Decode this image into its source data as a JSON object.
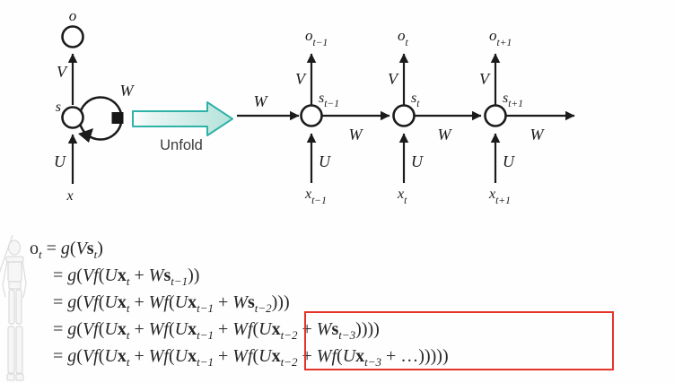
{
  "figure": {
    "description_colors": {
      "diagram_stroke": "#1b1b1b",
      "equation_text": "#262626",
      "highlight_red": "#e5332a",
      "unfold_arrow_stroke": "#2fb2a8",
      "unfold_arrow_fill": "#b4e2db",
      "unfold_text": "#3b3b3b",
      "watermark_gray": "#d6d6d6"
    }
  },
  "folded": {
    "output_label": "o",
    "state_label": "s",
    "input_label": "x",
    "v_label": "V",
    "w_label": "W",
    "u_label": "U"
  },
  "unfold_arrow": {
    "label": "Unfold"
  },
  "unfolded": {
    "w_in_label": "W",
    "w_between_labels": [
      "W",
      "W",
      "W"
    ],
    "units": [
      {
        "output": "o",
        "output_sub": "t−1",
        "v": "V",
        "state": "s",
        "state_sub": "t−1",
        "u": "U",
        "input": "x",
        "input_sub": "t−1"
      },
      {
        "output": "o",
        "output_sub": "t",
        "v": "V",
        "state": "s",
        "state_sub": "t",
        "u": "U",
        "input": "x",
        "input_sub": "t"
      },
      {
        "output": "o",
        "output_sub": "t+1",
        "v": "V",
        "state": "s",
        "state_sub": "t+1",
        "u": "U",
        "input": "x",
        "input_sub": "t+1"
      }
    ]
  },
  "equations": {
    "lines": [
      [
        [
          "rm",
          "o"
        ],
        [
          "sub",
          "t"
        ],
        [
          "rm",
          " = "
        ],
        [
          "it",
          "g"
        ],
        [
          "rm",
          "("
        ],
        [
          "it",
          "V"
        ],
        [
          "bf",
          "s"
        ],
        [
          "sub",
          "t"
        ],
        [
          "rm",
          ")"
        ]
      ],
      [
        [
          "rm",
          "= "
        ],
        [
          "it",
          "g"
        ],
        [
          "rm",
          "("
        ],
        [
          "it",
          "Vf"
        ],
        [
          "rm",
          "("
        ],
        [
          "it",
          "U"
        ],
        [
          "bf",
          "x"
        ],
        [
          "sub",
          "t"
        ],
        [
          "rm",
          " + "
        ],
        [
          "it",
          "W"
        ],
        [
          "bf",
          "s"
        ],
        [
          "sub",
          "t−1"
        ],
        [
          "rm",
          "))"
        ]
      ],
      [
        [
          "rm",
          "= "
        ],
        [
          "it",
          "g"
        ],
        [
          "rm",
          "("
        ],
        [
          "it",
          "Vf"
        ],
        [
          "rm",
          "("
        ],
        [
          "it",
          "U"
        ],
        [
          "bf",
          "x"
        ],
        [
          "sub",
          "t"
        ],
        [
          "rm",
          " + "
        ],
        [
          "it",
          "Wf"
        ],
        [
          "rm",
          "("
        ],
        [
          "it",
          "U"
        ],
        [
          "bf",
          "x"
        ],
        [
          "sub",
          "t−1"
        ],
        [
          "rm",
          " + "
        ],
        [
          "it",
          "W"
        ],
        [
          "bf",
          "s"
        ],
        [
          "sub",
          "t−2"
        ],
        [
          "rm",
          ")))"
        ]
      ],
      [
        [
          "rm",
          "= "
        ],
        [
          "it",
          "g"
        ],
        [
          "rm",
          "("
        ],
        [
          "it",
          "Vf"
        ],
        [
          "rm",
          "("
        ],
        [
          "it",
          "U"
        ],
        [
          "bf",
          "x"
        ],
        [
          "sub",
          "t"
        ],
        [
          "rm",
          " + "
        ],
        [
          "it",
          "Wf"
        ],
        [
          "rm",
          "("
        ],
        [
          "it",
          "U"
        ],
        [
          "bf",
          "x"
        ],
        [
          "sub",
          "t−1"
        ],
        [
          "rm",
          " + "
        ],
        [
          "it",
          "Wf"
        ],
        [
          "rm",
          "("
        ],
        [
          "it",
          "U"
        ],
        [
          "bf",
          "x"
        ],
        [
          "sub",
          "t−2"
        ],
        [
          "rm",
          " + "
        ],
        [
          "it",
          "W"
        ],
        [
          "bf",
          "s"
        ],
        [
          "sub",
          "t−3"
        ],
        [
          "rm",
          "))))"
        ]
      ],
      [
        [
          "rm",
          "= "
        ],
        [
          "it",
          "g"
        ],
        [
          "rm",
          "("
        ],
        [
          "it",
          "Vf"
        ],
        [
          "rm",
          "("
        ],
        [
          "it",
          "U"
        ],
        [
          "bf",
          "x"
        ],
        [
          "sub",
          "t"
        ],
        [
          "rm",
          " + "
        ],
        [
          "it",
          "Wf"
        ],
        [
          "rm",
          "("
        ],
        [
          "it",
          "U"
        ],
        [
          "bf",
          "x"
        ],
        [
          "sub",
          "t−1"
        ],
        [
          "rm",
          " + "
        ],
        [
          "it",
          "Wf"
        ],
        [
          "rm",
          "("
        ],
        [
          "it",
          "U"
        ],
        [
          "bf",
          "x"
        ],
        [
          "sub",
          "t−2"
        ],
        [
          "rm",
          " + "
        ],
        [
          "it",
          "Wf"
        ],
        [
          "rm",
          "("
        ],
        [
          "it",
          "U"
        ],
        [
          "bf",
          "x"
        ],
        [
          "sub",
          "t−3"
        ],
        [
          "rm",
          " + …)))))"
        ]
      ]
    ]
  }
}
